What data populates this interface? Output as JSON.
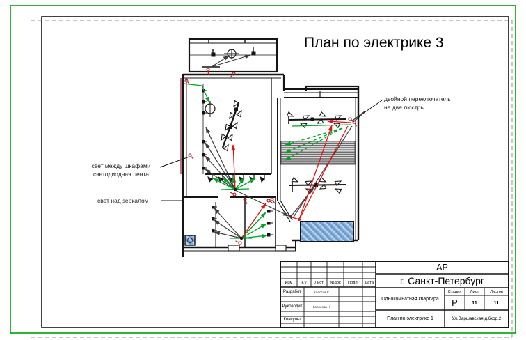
{
  "page": {
    "title": "План по электрике 3"
  },
  "annotations": {
    "cabinet_light_line1": "свет между шкафами",
    "cabinet_light_line2": "светодиодная лента",
    "mirror_light": "свет над зеркалом",
    "double_switch_line1": "двойной переключатель",
    "double_switch_line2": "на две люстры"
  },
  "title_block": {
    "code": "АР",
    "city": "г. Санкт-Петербург",
    "project": "Однокомнатная квартира",
    "drawing_name": "План по электрике 1",
    "address": "Ул.Варшавская д.6кор.2",
    "stage_label": "Стадия",
    "sheet_label": "Лист",
    "sheets_label": "Листов",
    "stage": "Р",
    "sheet": "11",
    "sheets": "11",
    "rev_headers": [
      "Изм",
      "к.у",
      "Лист",
      "№док",
      "Подп.",
      "Дата"
    ],
    "roles": [
      {
        "label": "Разработ",
        "name": "Колосов К"
      },
      {
        "label": "Руководит",
        "name": "Колосова Н"
      },
      {
        "label": "Консульт",
        "name": ""
      }
    ]
  },
  "colors": {
    "wire_green": "#00a327",
    "wire_red": "#e81111",
    "wire_gray": "#3c3c3c",
    "switch_red": "#b5121b",
    "wall_black": "#141414",
    "bed_blue": "#82abd8",
    "page_border_green": "#00a000",
    "margin_dash_gray": "#909090"
  }
}
